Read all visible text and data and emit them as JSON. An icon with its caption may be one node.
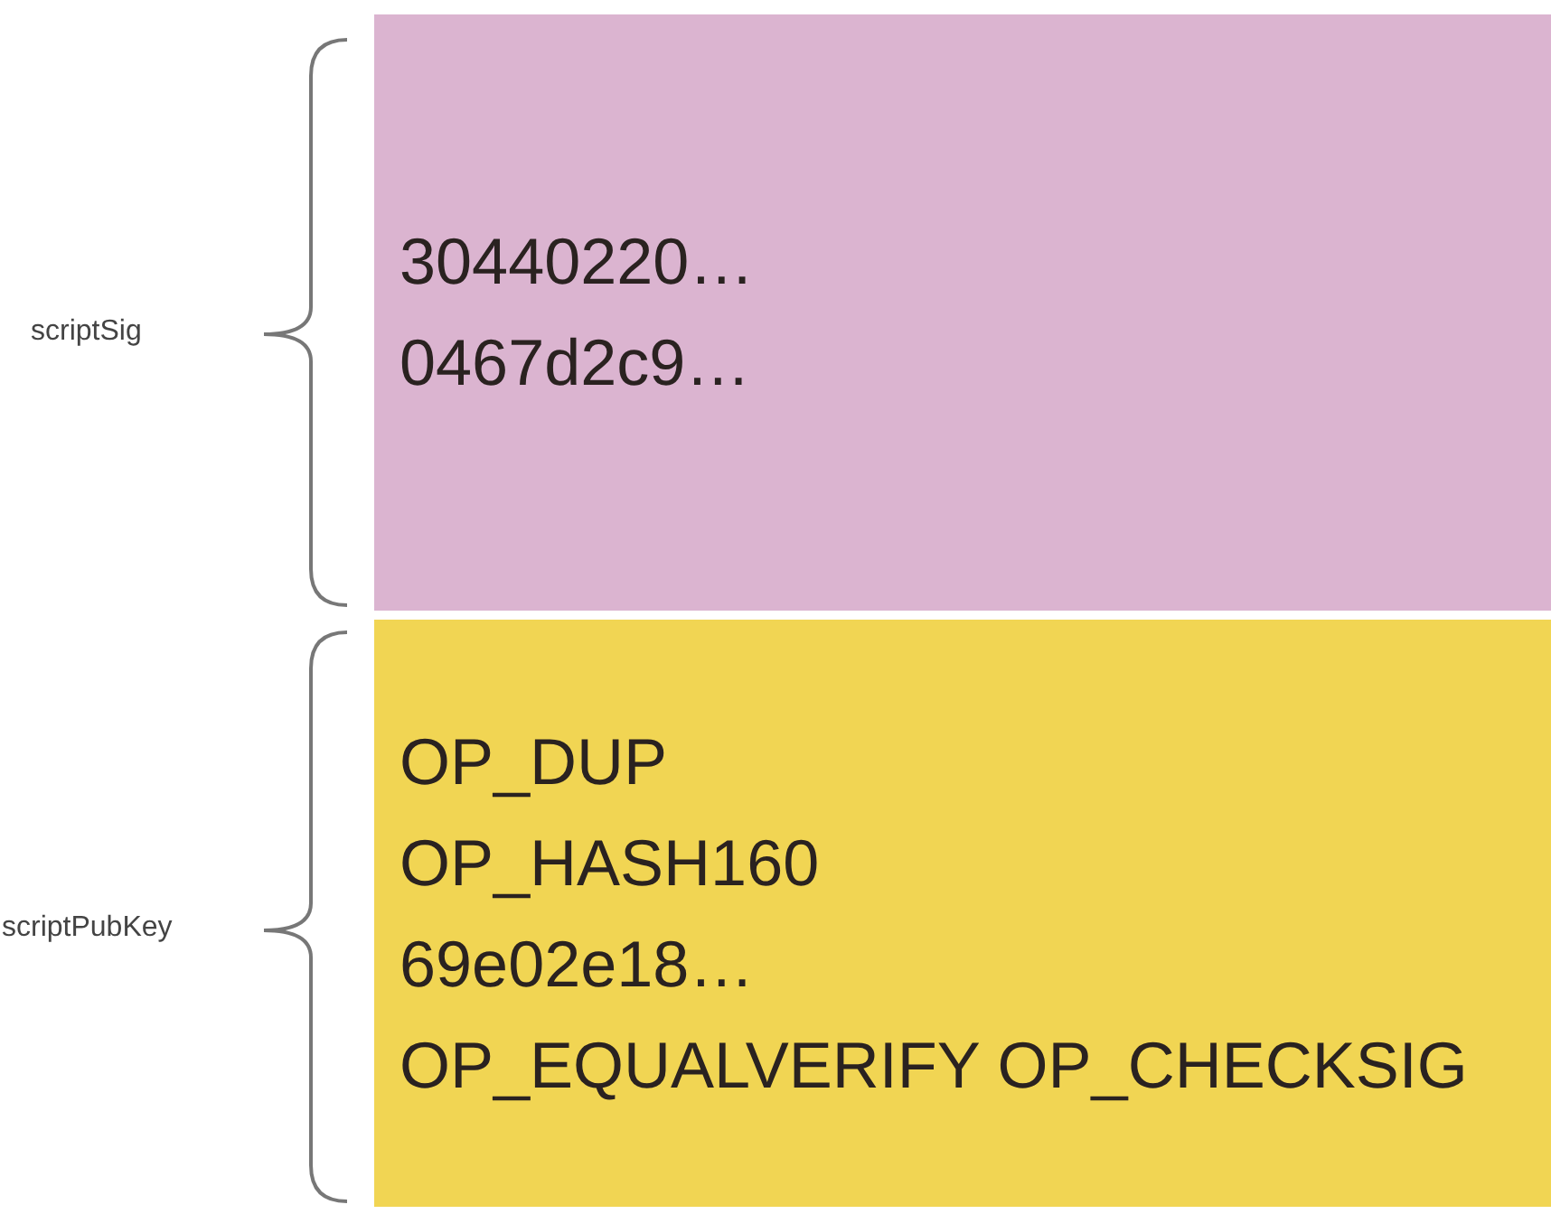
{
  "diagram": {
    "nodes": [
      {
        "text": [
          "30440220…",
          "0467d2c9…"
        ]
      },
      {
        "text": [
          "OP_DUP",
          "OP_HASH160",
          "69e02e18…",
          "OP_EQUALVERIFY OP_CHECKSIG"
        ]
      }
    ],
    "labels": [
      "scriptSig",
      "scriptPubKey"
    ]
  }
}
